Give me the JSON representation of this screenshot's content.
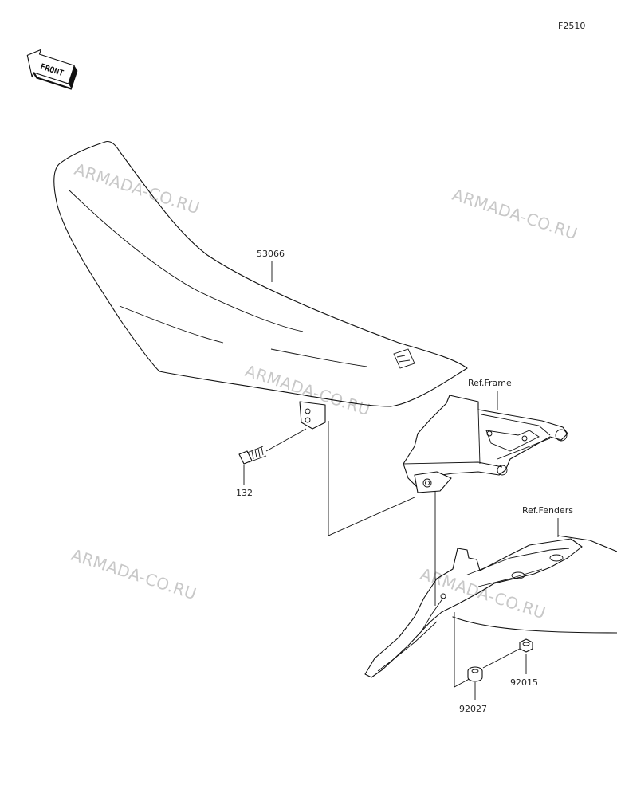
{
  "figure_code": "F2510",
  "front_badge": "FRONT",
  "parts": {
    "seat": "53066",
    "bolt": "132",
    "nut": "92015",
    "collar": "92027"
  },
  "refs": {
    "frame": "Ref.Frame",
    "fenders": "Ref.Fenders"
  },
  "watermark": "ARMADA-CO.RU"
}
